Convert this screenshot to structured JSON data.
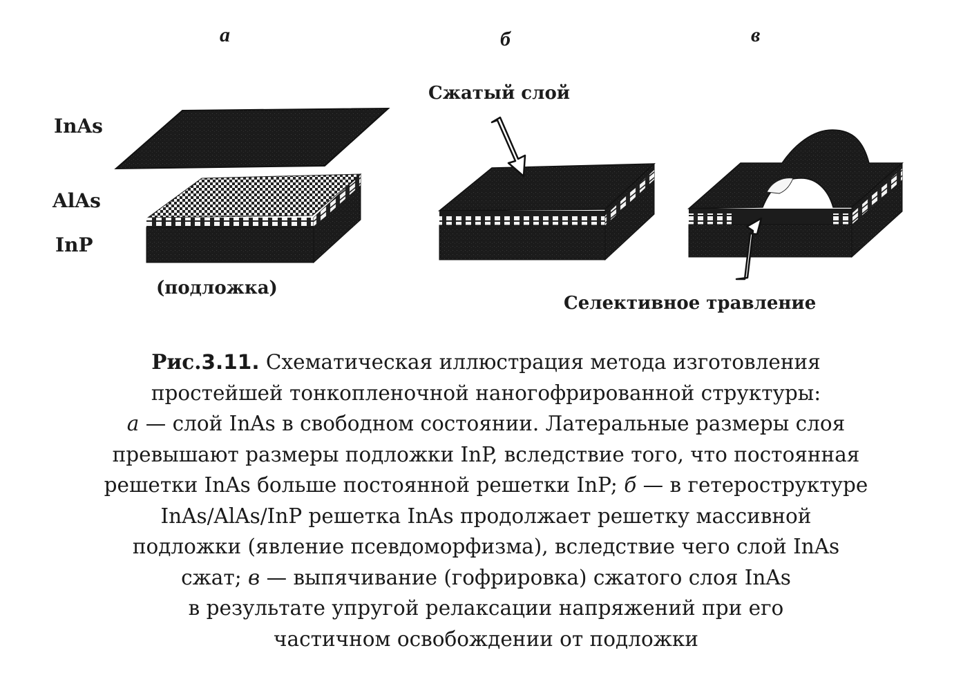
{
  "figure": {
    "panels": {
      "a": "а",
      "b": "б",
      "c": "в"
    },
    "layers": {
      "top": "InAs",
      "middle": "AlAs",
      "bottom": "InP",
      "substrate_note": "(подложка)"
    },
    "annotations": {
      "compressed_layer": "Сжатый слой",
      "selective_etching": "Селективное травление"
    }
  },
  "caption": {
    "fig_prefix": "Рис.",
    "fig_number": "3.11.",
    "line1": "Схематическая иллюстрация метода изготовления",
    "line2": "простейшей тонкопленочной наногофрированной структуры:",
    "line3_letter": "а",
    "line3_text": " — слой InAs в свободном состоянии. Латеральные размеры слоя",
    "line4": "превышают размеры подложки InP, вследствие того, что постоянная",
    "line5_text": "решетки InAs больше постоянной решетки InP; ",
    "line5_letter": "б",
    "line5_tail": " — в гетероструктуре",
    "line6": "InAs/AlAs/InP решетка InAs продолжает решетку массивной",
    "line7": "подложки (явление псевдоморфизма), вследствие чего слой InAs",
    "line8_text": "сжат; ",
    "line8_letter": "в",
    "line8_tail": " — выпячивание (гофрировка) сжатого слоя InAs",
    "line9": "в результате упругой релаксации напряжений при его",
    "line10": "частичном освобождении от подложки"
  }
}
